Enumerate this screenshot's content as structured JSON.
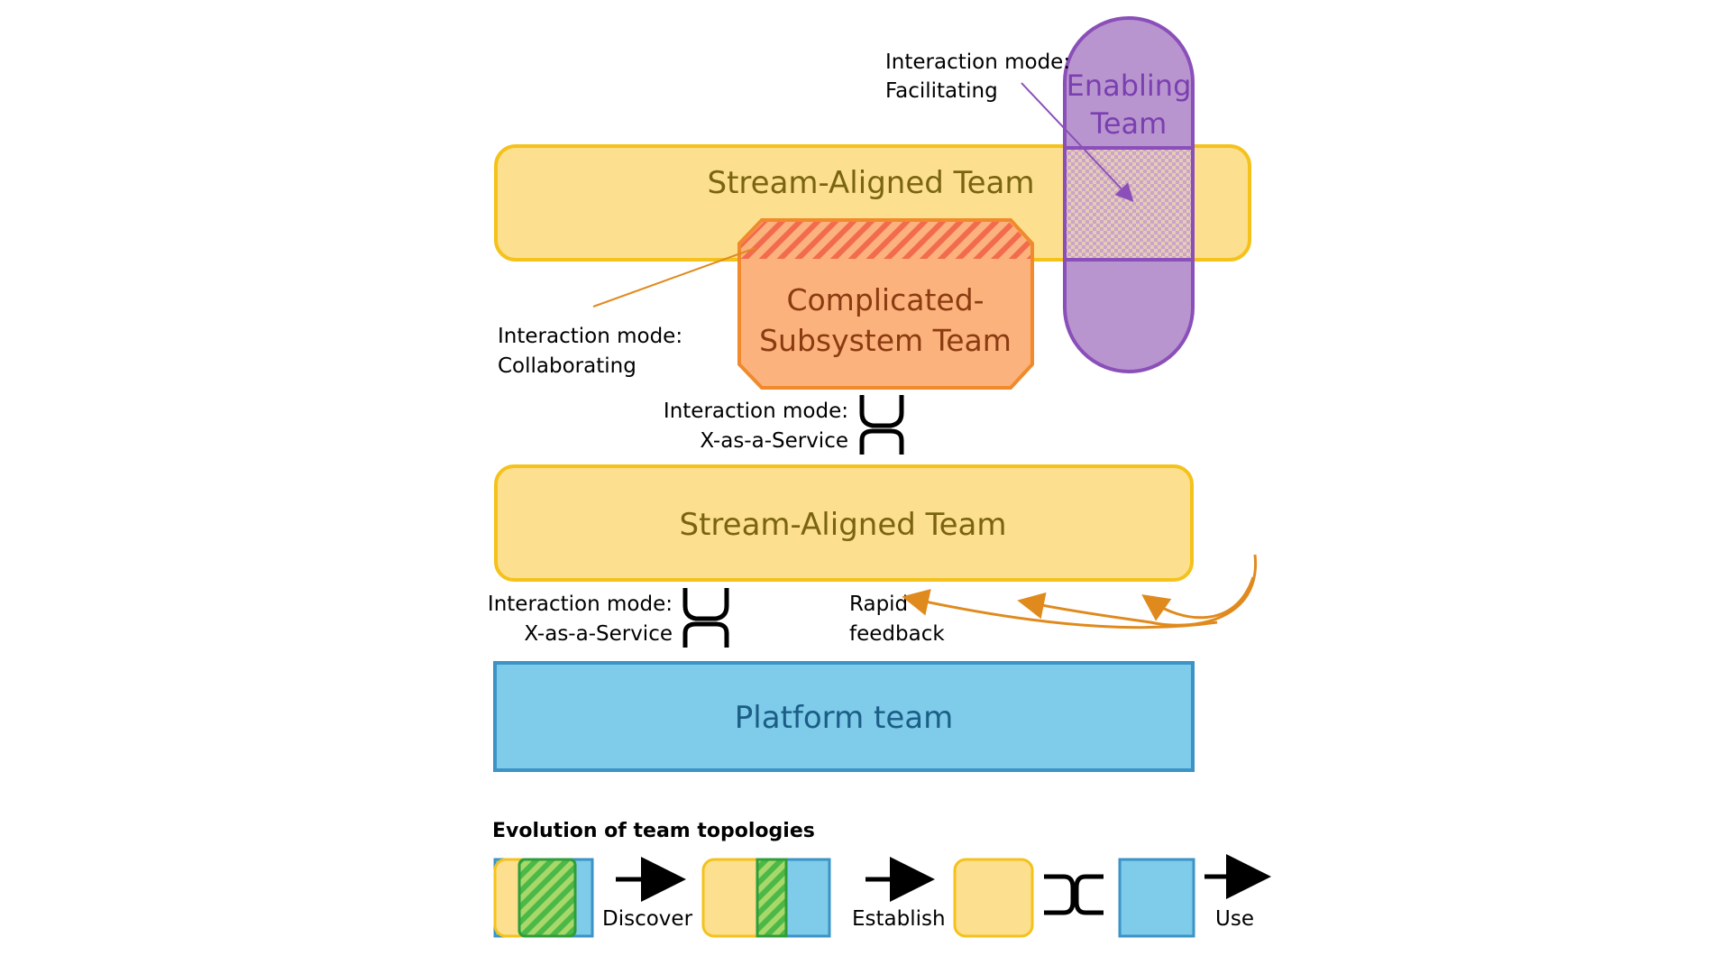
{
  "teams": {
    "stream_aligned_top": "Stream-Aligned Team",
    "enabling_line1": "Enabling",
    "enabling_line2": "Team",
    "complicated_line1": "Complicated-",
    "complicated_line2": "Subsystem Team",
    "stream_aligned_mid": "Stream-Aligned Team",
    "platform": "Platform team"
  },
  "annotations": {
    "facilitating_line1": "Interaction mode:",
    "facilitating_line2": "Facilitating",
    "collaborating_line1": "Interaction mode:",
    "collaborating_line2": "Collaborating",
    "xaas_upper_line1": "Interaction mode:",
    "xaas_upper_line2": "X-as-a-Service",
    "xaas_lower_line1": "Interaction mode:",
    "xaas_lower_line2": "X-as-a-Service",
    "feedback_line1": "Rapid",
    "feedback_line2": "feedback"
  },
  "legend": {
    "title": "Evolution of team topologies",
    "discover": "Discover",
    "establish": "Establish",
    "use": "Use"
  },
  "colors": {
    "stream_fill": "#fde08f",
    "stream_stroke": "#f4c21b",
    "stream_text": "#7a6411",
    "complicated_fill": "#fcb27d",
    "complicated_stroke": "#f08a2c",
    "complicated_text": "#8a3b10",
    "enabling_fill": "#b995cf",
    "enabling_stroke": "#8a4fb8",
    "enabling_text": "#7a3fb0",
    "platform_fill": "#7ecbea",
    "platform_stroke": "#3b93c6",
    "platform_text": "#1b5d86",
    "green": "#4cb848"
  }
}
